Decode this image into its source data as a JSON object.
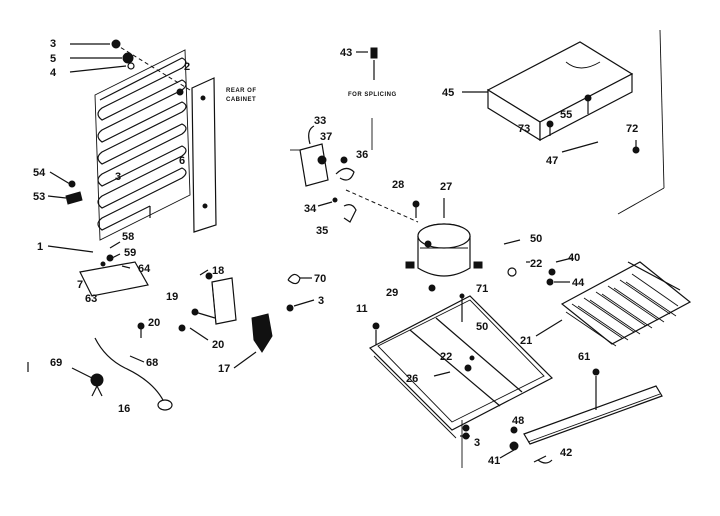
{
  "notes": {
    "rear_of_cabinet_line1": "REAR OF",
    "rear_of_cabinet_line2": "CABINET",
    "for_splicing": "FOR SPLICING"
  },
  "callouts": {
    "c3a": "3",
    "c5": "5",
    "c4": "4",
    "c2": "2",
    "c54": "54",
    "c53": "53",
    "c1": "1",
    "c3b": "3",
    "c6": "6",
    "c58": "58",
    "c59": "59",
    "c64": "64",
    "c7": "7",
    "c63": "63",
    "c18": "18",
    "c19": "19",
    "c20a": "20",
    "c20b": "20",
    "c17": "17",
    "c70": "70",
    "c3c": "3",
    "c69": "69",
    "c68": "68",
    "c16": "16",
    "c43": "43",
    "c33": "33",
    "c37": "37",
    "c36": "36",
    "c34": "34",
    "c35": "35",
    "c28": "28",
    "c27": "27",
    "c45": "45",
    "c55": "55",
    "c73": "73",
    "c72": "72",
    "c47": "47",
    "c50a": "50",
    "c22a": "22",
    "c40": "40",
    "c44": "44",
    "c29": "29",
    "c71": "71",
    "c11": "11",
    "c50b": "50",
    "c22b": "22",
    "c21": "21",
    "c61": "61",
    "c26": "26",
    "c3d": "3",
    "c48": "48",
    "c41": "41",
    "c42": "42"
  }
}
